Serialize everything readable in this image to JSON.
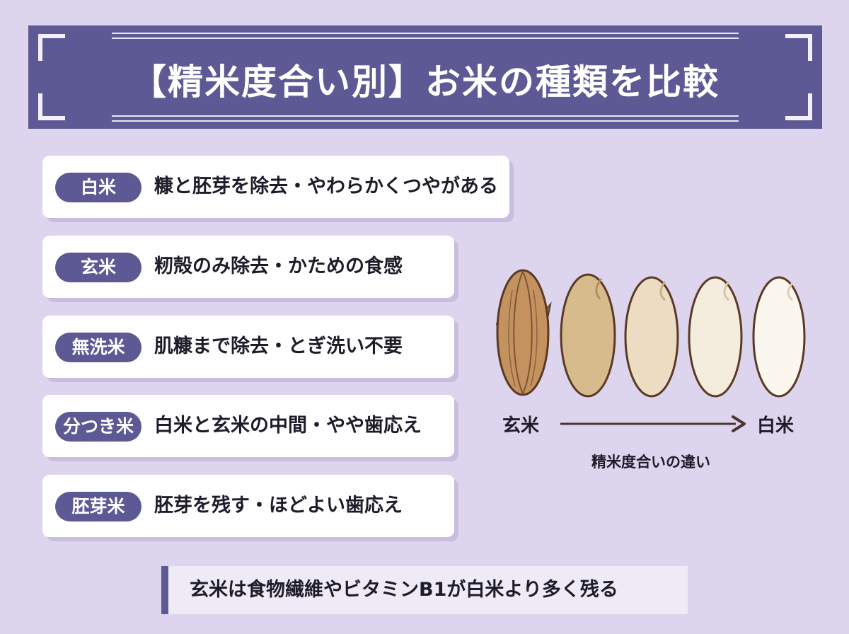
{
  "title": "【精米度合い別】お米の種類を比較",
  "types": [
    {
      "name": "白米",
      "description": "糠と胚芽を除去・やわらかくつやがある"
    },
    {
      "name": "玄米",
      "description": "籾殻のみ除去・かための食感"
    },
    {
      "name": "無洗米",
      "description": "肌糠まで除去・とぎ洗い不要"
    },
    {
      "name": "分つき米",
      "description": "白米と玄米の中間・やや歯応え"
    },
    {
      "name": "胚芽米",
      "description": "胚芽を残す・ほどよい歯応え"
    }
  ],
  "scale": {
    "start_label": "玄米",
    "end_label": "白米",
    "caption": "精米度合いの違い"
  },
  "note": "玄米は食物繊維やビタミンB1が白米より多く残る",
  "colors": {
    "background": "#ddd5ee",
    "accent": "#5d5995",
    "card": "#ffffff",
    "text": "#1f1c2a",
    "arrow": "#4a3530"
  }
}
